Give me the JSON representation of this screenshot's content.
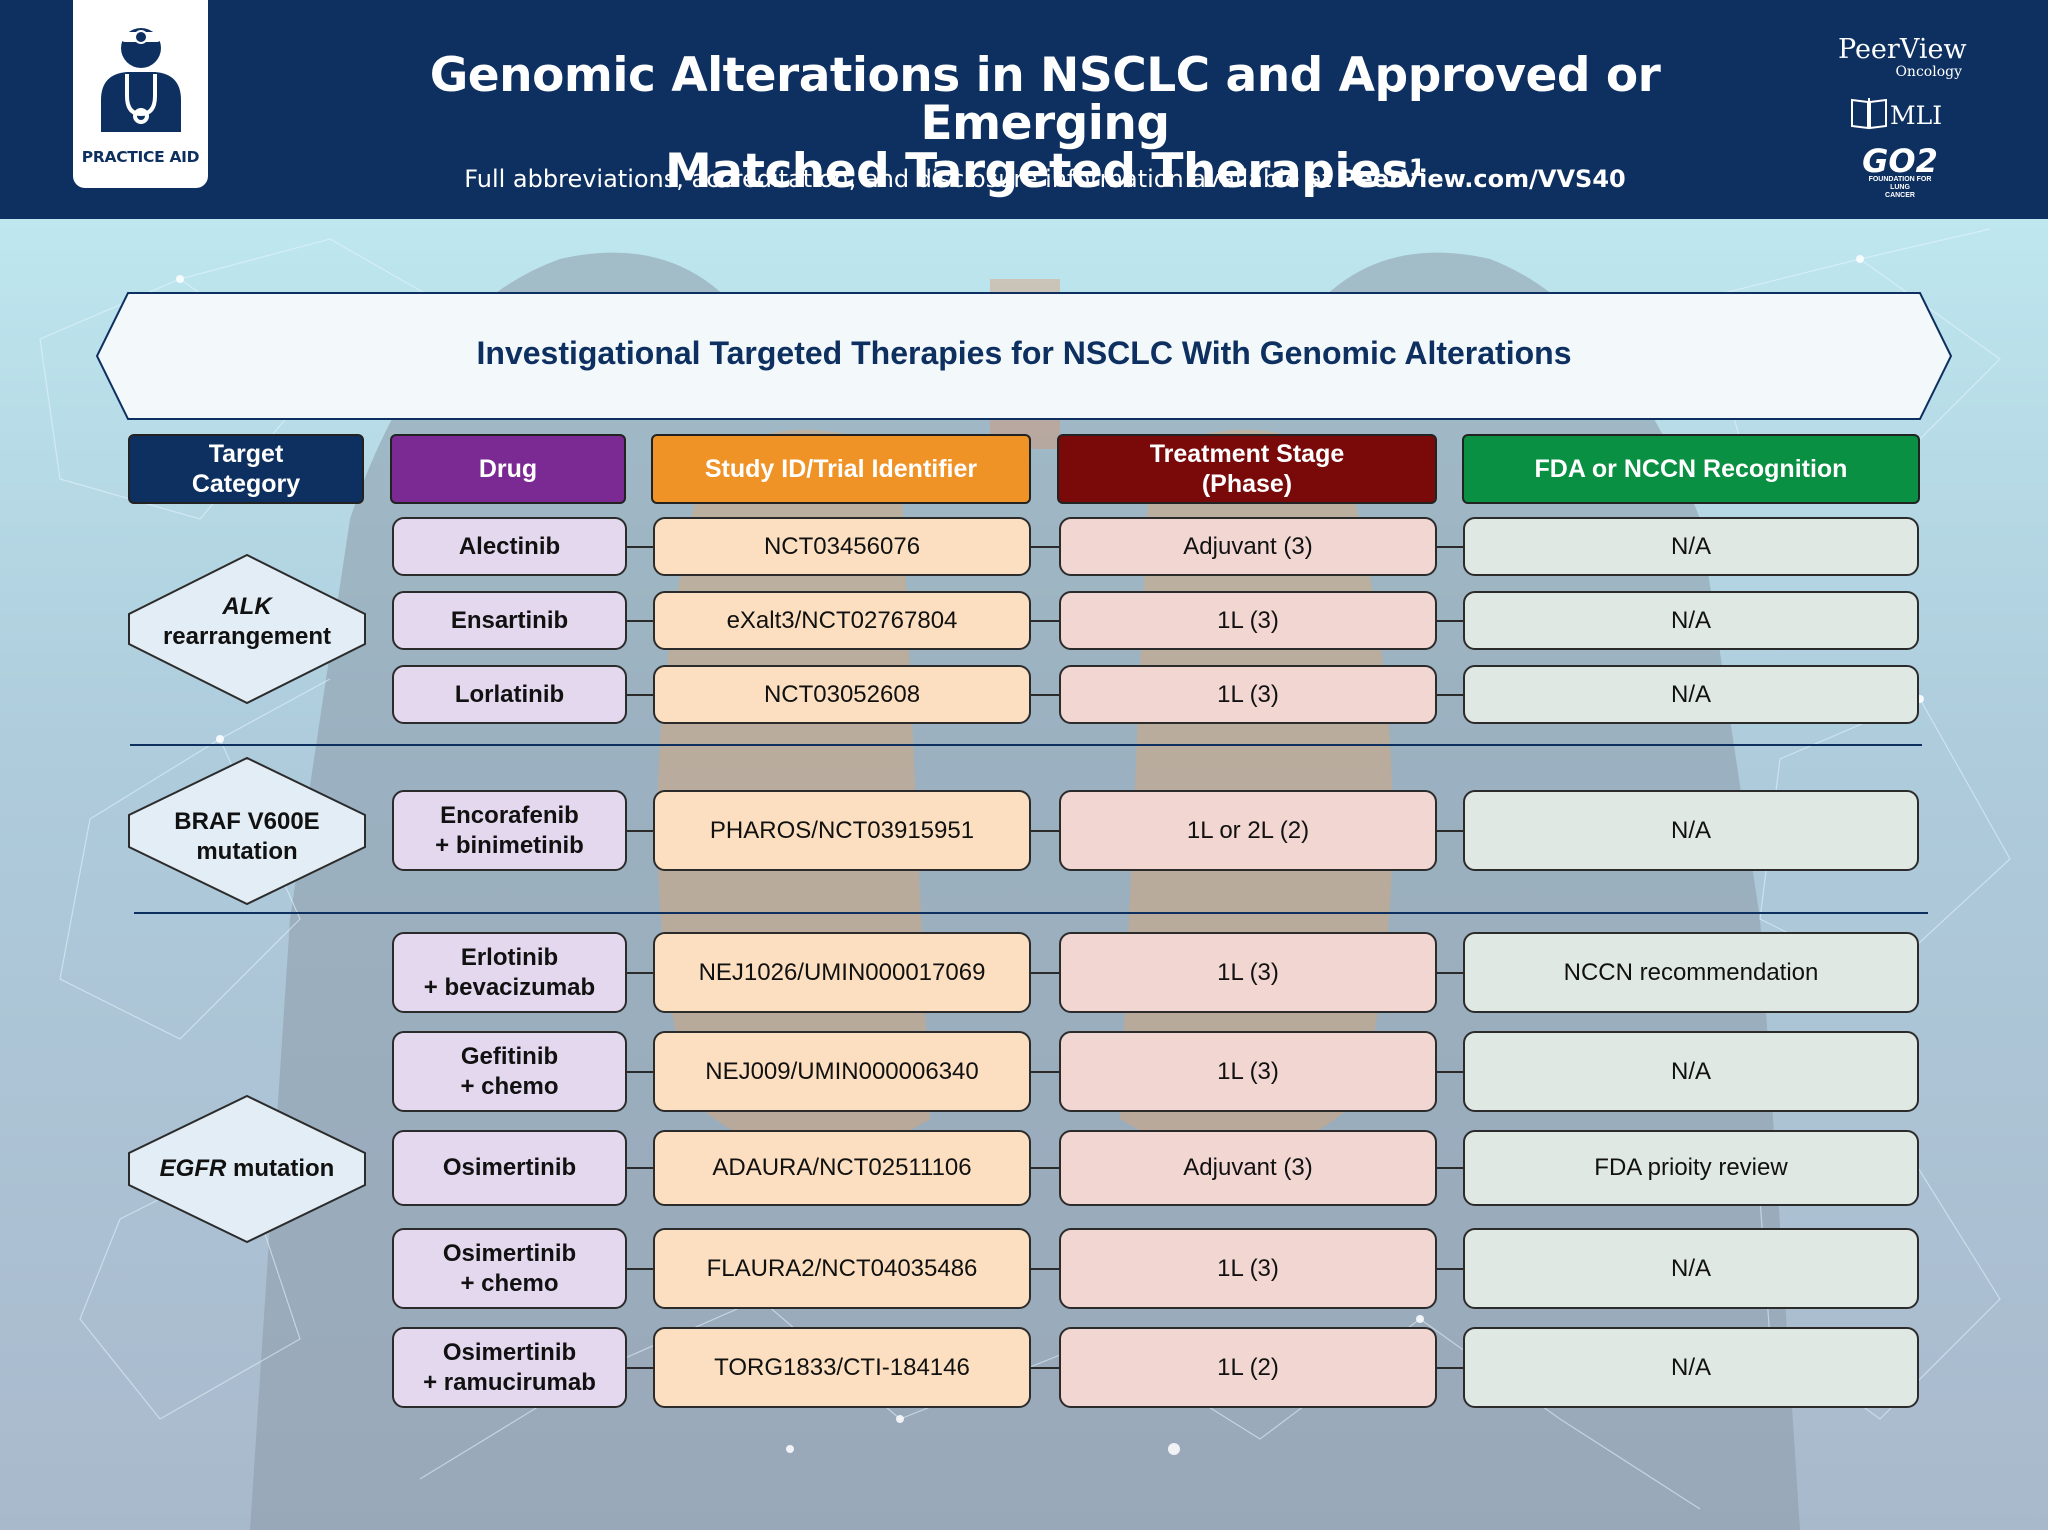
{
  "header": {
    "badge": "PRACTICE AID",
    "title_line1": "Genomic Alterations in NSCLC and Approved or Emerging",
    "title_line2": "Matched Targeted Therapies",
    "title_ref": "1",
    "subtitle_text": "Full abbreviations, accreditation, and disclosure information available at ",
    "subtitle_link": "PeerView.com/VVS40",
    "logos": {
      "peerview": "PeerView",
      "peerview_sub": "Oncology",
      "mli": "MLI",
      "go2": "GO2",
      "go2_sub_line1": "FOUNDATION FOR LUNG",
      "go2_sub_line2": "CANCER"
    }
  },
  "section_title": "Investigational Targeted Therapies for NSCLC With Genomic Alterations",
  "columns": {
    "target": {
      "line1": "Target",
      "line2": "Category",
      "color": "#0e3060"
    },
    "drug": {
      "label": "Drug",
      "color": "#7b2a93"
    },
    "study": {
      "label": "Study ID/Trial Identifier",
      "color": "#ef9327"
    },
    "stage": {
      "line1": "Treatment Stage",
      "line2": "(Phase)",
      "color": "#7a0a0a"
    },
    "fda": {
      "label": "FDA or NCCN Recognition",
      "color": "#0a9042"
    }
  },
  "categories": {
    "alk": {
      "italic": "ALK",
      "rest": "rearrangement"
    },
    "braf": {
      "line1": "BRAF V600E",
      "line2": "mutation"
    },
    "egfr": {
      "italic": "EGFR",
      "rest": " mutation"
    }
  },
  "rows": [
    {
      "drug1": "Alectinib",
      "drug2": "",
      "study": "NCT03456076",
      "stage": "Adjuvant (3)",
      "fda": "N/A"
    },
    {
      "drug1": "Ensartinib",
      "drug2": "",
      "study": "eXalt3/NCT02767804",
      "stage": "1L (3)",
      "fda": "N/A"
    },
    {
      "drug1": "Lorlatinib",
      "drug2": "",
      "study": "NCT03052608",
      "stage": "1L (3)",
      "fda": "N/A"
    },
    {
      "drug1": "Encorafenib",
      "drug2": "+ binimetinib",
      "study": "PHAROS/NCT03915951",
      "stage": "1L or 2L (2)",
      "fda": "N/A"
    },
    {
      "drug1": "Erlotinib",
      "drug2": "+ bevacizumab",
      "study": "NEJ1026/UMIN000017069",
      "stage": "1L (3)",
      "fda": "NCCN recommendation"
    },
    {
      "drug1": "Gefitinib",
      "drug2": "+ chemo",
      "study": "NEJ009/UMIN000006340",
      "stage": "1L (3)",
      "fda": "N/A"
    },
    {
      "drug1": "Osimertinib",
      "drug2": "",
      "study": "ADAURA/NCT02511106",
      "stage": "Adjuvant (3)",
      "fda": "FDA prioity review"
    },
    {
      "drug1": "Osimertinib",
      "drug2": "+ chemo",
      "study": "FLAURA2/NCT04035486",
      "stage": "1L (3)",
      "fda": "N/A"
    },
    {
      "drug1": "Osimertinib",
      "drug2": "+ ramucirumab",
      "study": "TORG1833/CTI-184146",
      "stage": "1L (2)",
      "fda": "N/A"
    }
  ]
}
